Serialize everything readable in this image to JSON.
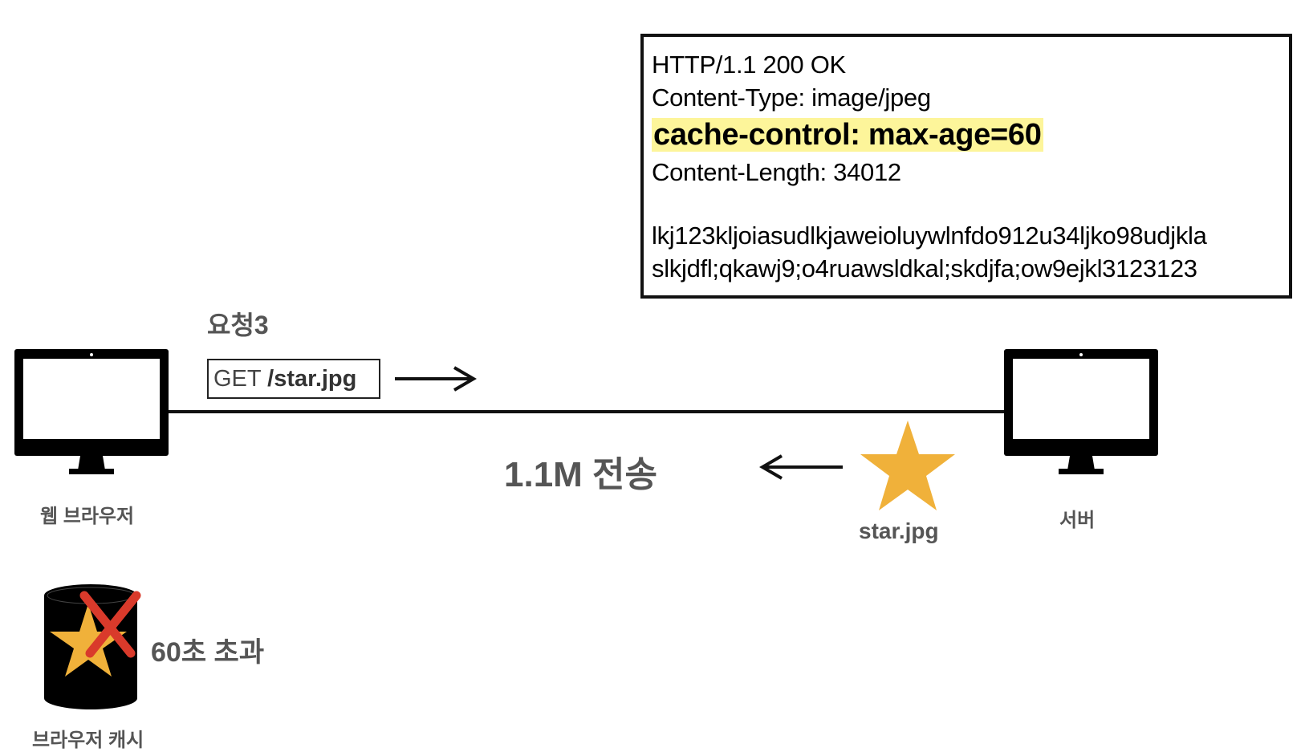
{
  "response": {
    "status_line": "HTTP/1.1 200 OK",
    "content_type": "Content-Type: image/jpeg",
    "cache_control": "cache-control: max-age=60",
    "content_length": "Content-Length: 34012",
    "body_line_1": "lkj123kljoiasudlkjaweioluywlnfdo912u34ljko98udjkla",
    "body_line_2": "slkjdfl;qkawj9;o4ruawsldkal;skdjfa;ow9ejkl3123123",
    "highlight_color": "#fdf59a"
  },
  "request": {
    "title": "요청3",
    "method": "GET",
    "path": "/star.jpg"
  },
  "transfer": {
    "label": "1.1M 전송"
  },
  "browser": {
    "label": "웹 브라우저"
  },
  "server": {
    "label": "서버"
  },
  "resource": {
    "label": "star.jpg",
    "star_color": "#f0b13a"
  },
  "cache": {
    "label": "브라우저 캐시",
    "status": "60초 초과",
    "expired_mark_color": "#d93a2b"
  }
}
